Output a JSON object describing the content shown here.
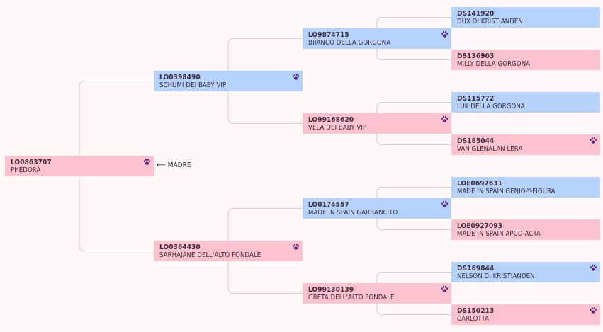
{
  "pedigree": {
    "root_label": "⟵ MADRE",
    "icon_name": "paw-icon",
    "colors": {
      "male": "#b4d2fb",
      "female": "#fdc2d0",
      "paw": "#5b2a86",
      "line": "#d3cdd0"
    },
    "gen1": [
      {
        "code": "LO0863707",
        "name": "PHEDORA",
        "sex": "female",
        "paw": true
      }
    ],
    "gen2": [
      {
        "code": "LO0398490",
        "name": "SCHUMI DEI BABY VIP",
        "sex": "male",
        "paw": true
      },
      {
        "code": "LO0364430",
        "name": "SARHAJANE DELL'ALTO FONDALE",
        "sex": "female",
        "paw": true
      }
    ],
    "gen3": [
      {
        "code": "LO9874715",
        "name": "BRANCO DELLA GORGONA",
        "sex": "male",
        "paw": true
      },
      {
        "code": "LO99168620",
        "name": "VELA DEI BABY VIP",
        "sex": "female",
        "paw": true
      },
      {
        "code": "LO0174557",
        "name": "MADE IN SPAIN GARBANCITO",
        "sex": "male",
        "paw": true
      },
      {
        "code": "LO99130139",
        "name": "GRETA DELL'ALTO FONDALE",
        "sex": "female",
        "paw": true
      }
    ],
    "gen4": [
      {
        "code": "DS141920",
        "name": "DUX DI KRISTIANDEN",
        "sex": "male",
        "paw": false
      },
      {
        "code": "DS136903",
        "name": "MILLY DELLA GORGONA",
        "sex": "female",
        "paw": false
      },
      {
        "code": "DS115772",
        "name": "LUK DELLA GORGONA",
        "sex": "male",
        "paw": false
      },
      {
        "code": "DS185044",
        "name": "VAN GLENALAN LERA",
        "sex": "female",
        "paw": true
      },
      {
        "code": "LOE0697631",
        "name": "MADE IN SPAIN GENIO-Y-FIGURA",
        "sex": "male",
        "paw": false
      },
      {
        "code": "LOE0927093",
        "name": "MADE IN SPAIN APUD-ACTA",
        "sex": "female",
        "paw": false
      },
      {
        "code": "DS169844",
        "name": "NELSON DI KRISTIANDEN",
        "sex": "male",
        "paw": true
      },
      {
        "code": "DS150213",
        "name": "CARLOTTA",
        "sex": "female",
        "paw": true
      }
    ]
  }
}
